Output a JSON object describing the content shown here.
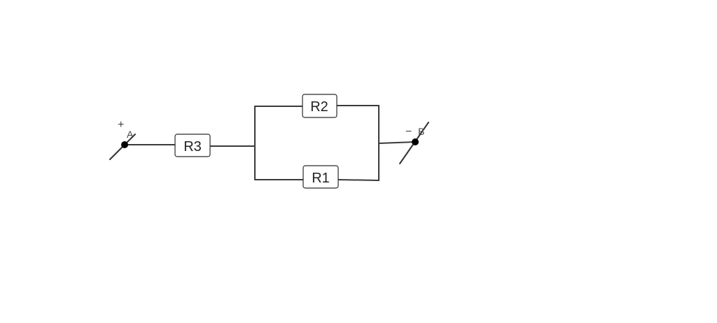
{
  "circuit": {
    "resistors": {
      "r3": "R3",
      "r2": "R2",
      "r1": "R1"
    },
    "terminals": {
      "a": {
        "label": "A",
        "polarity": "+"
      },
      "b": {
        "label": "B",
        "polarity": "−"
      }
    }
  }
}
